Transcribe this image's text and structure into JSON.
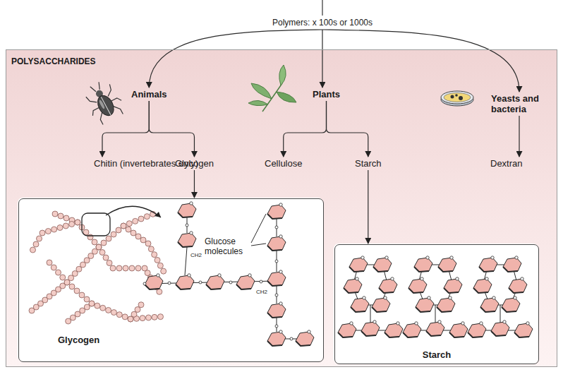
{
  "diagram": {
    "nodes": [
      {
        "text": [
          "Polymers: x 100s or 1000s"
        ]
      },
      {
        "text": [
          "POLYSACCHARIDES"
        ]
      },
      {
        "text": [
          "Animals"
        ],
        "in": 1
      },
      {
        "text": [
          "Plants"
        ],
        "in": 1
      },
      {
        "text": [
          "Yeasts and bacteria"
        ],
        "in": 1
      },
      {
        "text": [
          "Chitin (invertebrates only)"
        ],
        "in": 1
      },
      {
        "text": [
          "Glycogen"
        ],
        "in": 1
      },
      {
        "text": [
          "Cellulose"
        ],
        "in": 1
      },
      {
        "text": [
          "Starch"
        ],
        "in": 1
      },
      {
        "text": [
          "Dextran"
        ],
        "in": 1
      },
      {
        "text": [
          "Glycogen"
        ],
        "in": 1
      },
      {
        "text": [
          "Starch"
        ],
        "in": 1
      }
    ],
    "edges": [
      {
        "from": 0,
        "to": 2,
        "arrow": "to"
      },
      {
        "from": 0,
        "to": 3,
        "arrow": "to"
      },
      {
        "from": 0,
        "to": 4,
        "arrow": "to"
      },
      {
        "from": 2,
        "to": 5,
        "arrow": "to"
      },
      {
        "from": 2,
        "to": 6,
        "arrow": "to"
      },
      {
        "from": 3,
        "to": 7,
        "arrow": "to"
      },
      {
        "from": 3,
        "to": 8,
        "arrow": "to"
      },
      {
        "from": 4,
        "to": 9,
        "arrow": "to"
      },
      {
        "from": 6,
        "to": 10,
        "arrow": "to"
      },
      {
        "from": 8,
        "to": 11,
        "arrow": "to"
      }
    ],
    "labels": [
      "Glucose molecules",
      "CH2",
      "CH2"
    ]
  }
}
